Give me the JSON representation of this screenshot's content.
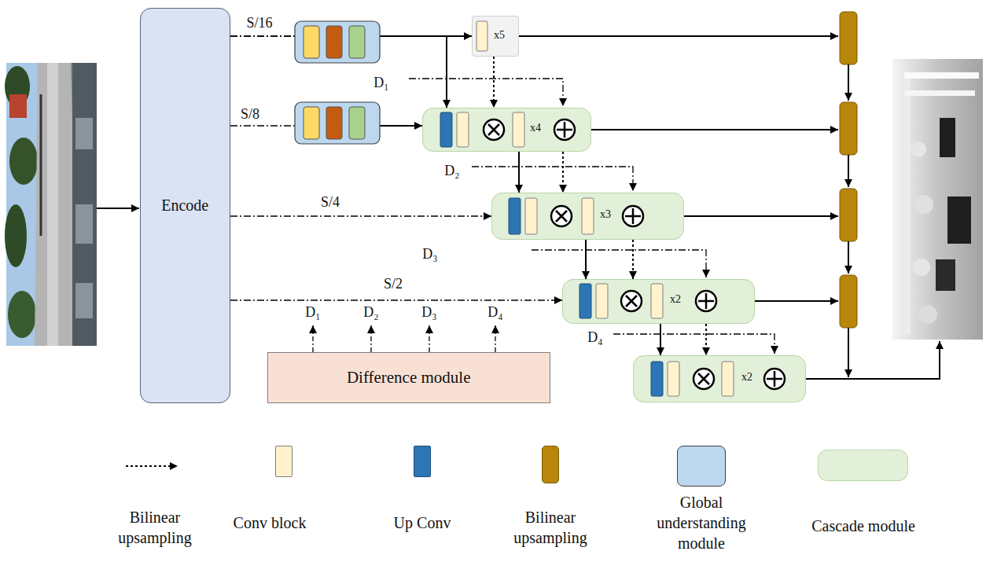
{
  "diagram": {
    "nodes": [
      {
        "text": [
          "Encode"
        ]
      },
      {
        "text": [
          "x5"
        ]
      },
      {
        "text": [
          "x4"
        ]
      },
      {
        "text": [
          "x3"
        ]
      },
      {
        "text": [
          "x2"
        ]
      },
      {
        "text": [
          "Difference module"
        ]
      },
      {
        "text": [
          "x2"
        ]
      }
    ],
    "edges": [
      {
        "from": 0,
        "to": 1,
        "label": "S/16",
        "arrow": "to"
      },
      {
        "from": 0,
        "to": 2,
        "arrow": "to"
      },
      {
        "from": 0,
        "to": 2,
        "label": "S/8",
        "arrow": "to"
      },
      {
        "from": 0,
        "to": 3,
        "label": "S/4",
        "arrow": "to"
      },
      {
        "from": 0,
        "to": 4,
        "label": "S/2",
        "arrow": "to"
      },
      {
        "from": 1,
        "to": 2,
        "arrow": "to"
      },
      {
        "from": 2,
        "to": 3,
        "arrow": "to"
      },
      {
        "from": 2,
        "to": 3,
        "arrow": "to"
      },
      {
        "from": 3,
        "to": 4,
        "arrow": "to"
      },
      {
        "from": 3,
        "to": 4,
        "arrow": "to"
      },
      {
        "from": 4,
        "to": 6,
        "arrow": "to"
      },
      {
        "from": 4,
        "to": 6,
        "arrow": "to"
      }
    ],
    "labels": [
      "D₁",
      "D₂",
      "D₃",
      "D₄",
      "D₁",
      "D₂",
      "D₃",
      "D₄"
    ],
    "legend": [
      {
        "text": "Bilinear upsampling"
      },
      {
        "text": "Conv block",
        "color": "#fff2cc"
      },
      {
        "text": "Up Conv",
        "color": "#2e75b6"
      },
      {
        "text": "Bilinear upsampling",
        "color": "#b8860b"
      },
      {
        "text": "Global understanding module",
        "color": "#bdd7ee"
      },
      {
        "text": "Cascade module",
        "color": "#e2f0d9"
      }
    ]
  }
}
